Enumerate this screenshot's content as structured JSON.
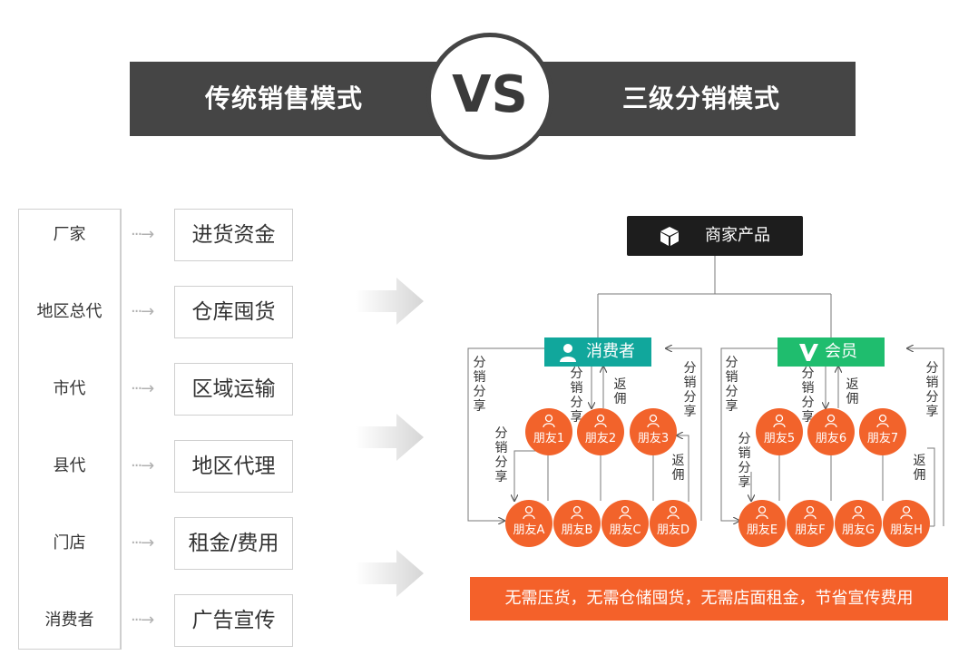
{
  "header": {
    "left_title": "传统销售模式",
    "vs": "VS",
    "right_title": "三级分销模式"
  },
  "traditional": {
    "rows": [
      {
        "label": "厂家",
        "box": "进货资金"
      },
      {
        "label": "地区总代",
        "box": "仓库囤货"
      },
      {
        "label": "市代",
        "box": "区域运输"
      },
      {
        "label": "县代",
        "box": "地区代理"
      },
      {
        "label": "门店",
        "box": "租金/费用"
      },
      {
        "label": "消费者",
        "box": "广告宣传"
      }
    ],
    "arrow_glyph": "···→"
  },
  "distribution": {
    "top_node": {
      "label": "商家产品",
      "icon": "box-icon"
    },
    "consumer_tag": {
      "label": "消费者",
      "icon": "person-icon",
      "color": "#11a79c"
    },
    "member_tag": {
      "label": "会员",
      "icon": "v-icon",
      "color": "#1fbd6e"
    },
    "notes": {
      "share": "分销分享",
      "rebate": "返佣"
    },
    "consumer_friends_l1": [
      "朋友1",
      "朋友2",
      "朋友3"
    ],
    "consumer_friends_l2": [
      "朋友A",
      "朋友B",
      "朋友C",
      "朋友D"
    ],
    "member_friends_l1": [
      "朋友5",
      "朋友6",
      "朋友7"
    ],
    "member_friends_l2": [
      "朋友E",
      "朋友F",
      "朋友G",
      "朋友H"
    ],
    "circle_color": "#f2632b",
    "bottom_text": "无需压货，无需仓储囤货，无需店面租金，节省宣传费用"
  }
}
